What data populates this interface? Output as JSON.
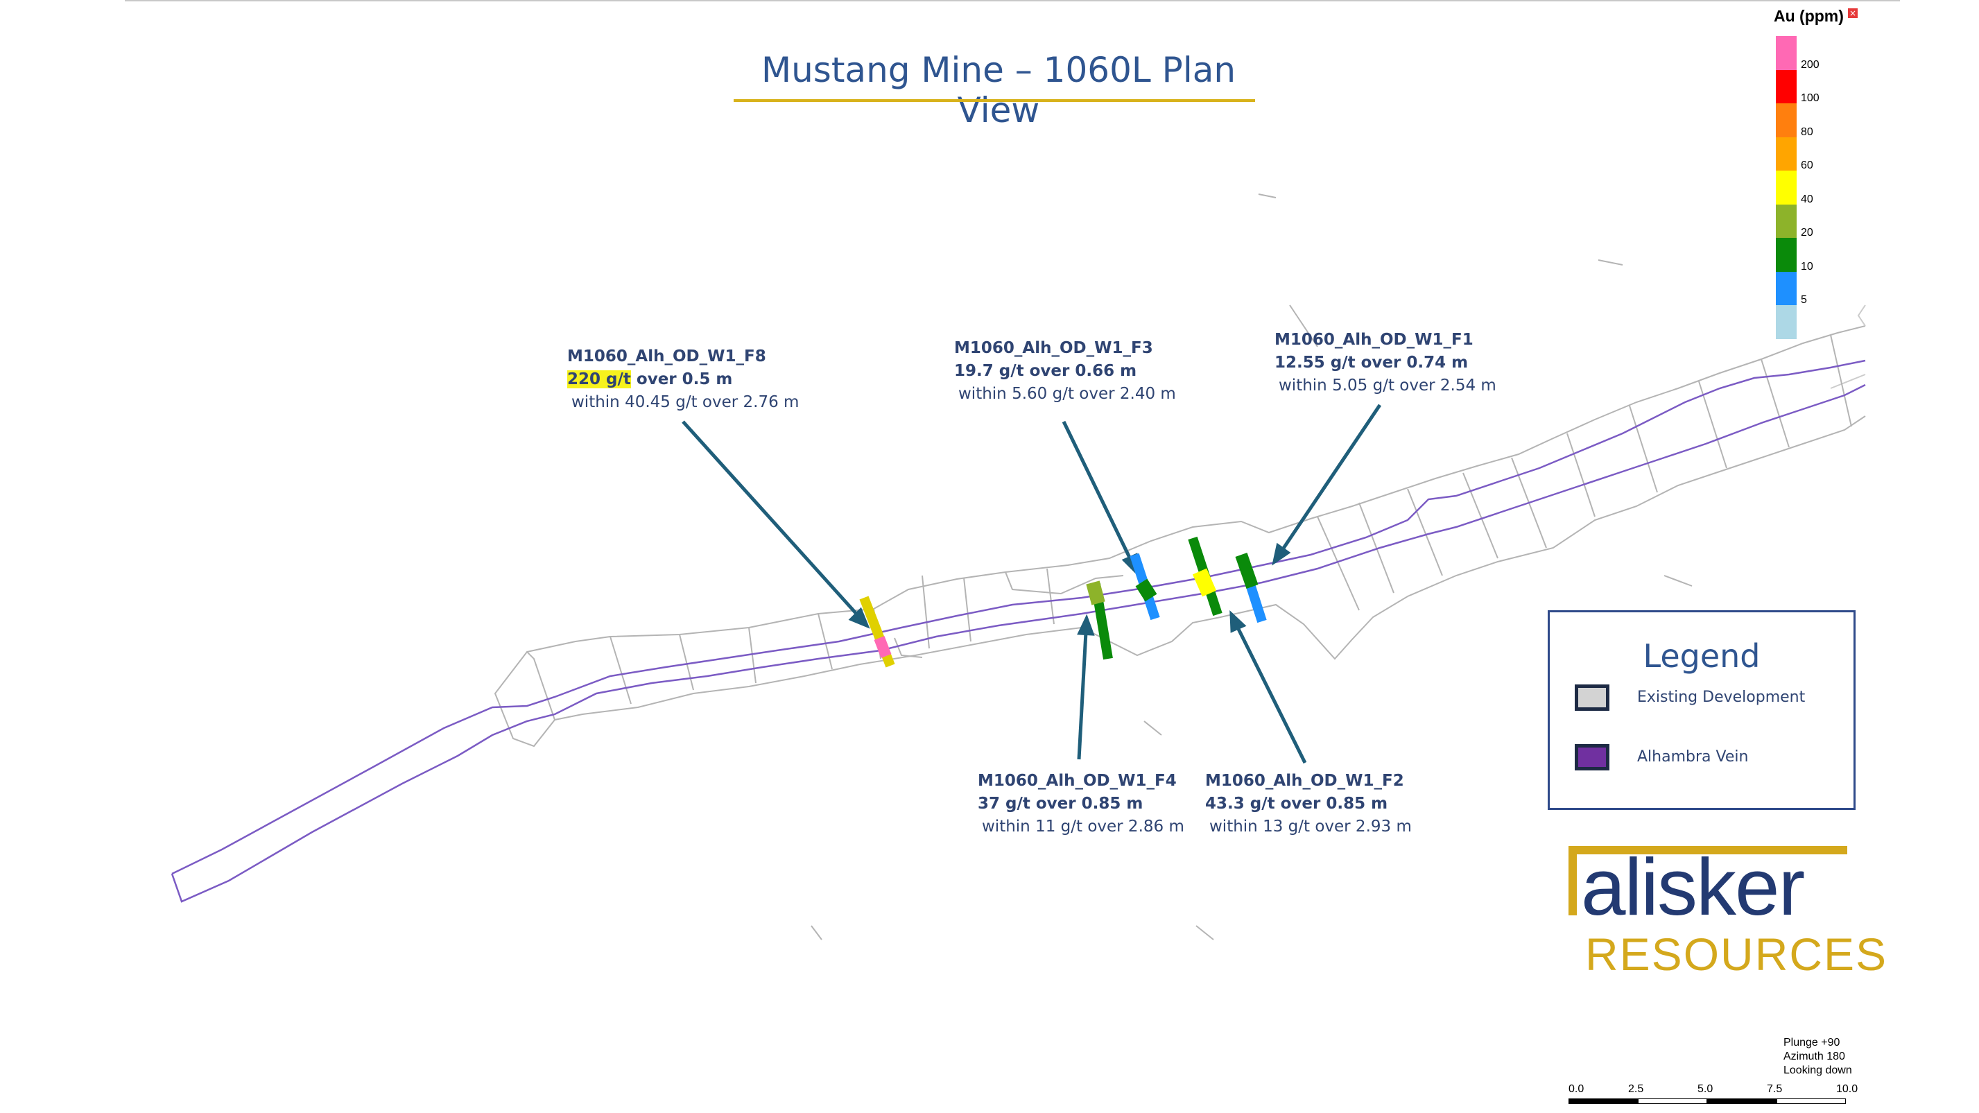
{
  "title": "Mustang Mine – 1060L Plan View",
  "annotations": [
    {
      "id": "f8",
      "name": "M1060_Alh_OD_W1_F8",
      "main_highlight": "220 g/t",
      "main_rest": " over 0.5 m",
      "sub": "within 40.45 g/t over 2.76 m"
    },
    {
      "id": "f3",
      "name": "M1060_Alh_OD_W1_F3",
      "main_highlight": "",
      "main_rest": "19.7 g/t over 0.66 m",
      "sub": "within 5.60 g/t over 2.40 m"
    },
    {
      "id": "f1",
      "name": "M1060_Alh_OD_W1_F1",
      "main_highlight": "",
      "main_rest": "12.55 g/t over 0.74 m",
      "sub": "within 5.05 g/t over 2.54 m"
    },
    {
      "id": "f4",
      "name": "M1060_Alh_OD_W1_F4",
      "main_highlight": "",
      "main_rest": "37 g/t over 0.85 m",
      "sub": "within 11 g/t over 2.86 m"
    },
    {
      "id": "f2",
      "name": "M1060_Alh_OD_W1_F2",
      "main_highlight": "",
      "main_rest": "43.3 g/t over 0.85 m",
      "sub": "within 13 g/t over 2.93 m"
    }
  ],
  "colorbar": {
    "title": "Au (ppm)",
    "close_glyph": "×",
    "swatches": [
      "#ff69b4",
      "#ff0000",
      "#ff7f0e",
      "#ffa500",
      "#ffff00",
      "#8db32a",
      "#0a8a0a",
      "#1e90ff",
      "#add8e6"
    ],
    "labels": [
      "200",
      "100",
      "80",
      "60",
      "40",
      "20",
      "10",
      "5"
    ]
  },
  "legend": {
    "title": "Legend",
    "items": [
      {
        "label": "Existing Development",
        "color": "#d3d3d3"
      },
      {
        "label": "Alhambra Vein",
        "color": "#7030a0"
      }
    ]
  },
  "logo": {
    "brand": "alisker",
    "sub": "RESOURCES"
  },
  "view": {
    "plunge": "Plunge +90",
    "azimuth": "Azimuth 180",
    "looking": "Looking down"
  },
  "scale": {
    "labels": [
      "0.0",
      "2.5",
      "5.0",
      "7.5",
      "10.0"
    ]
  }
}
